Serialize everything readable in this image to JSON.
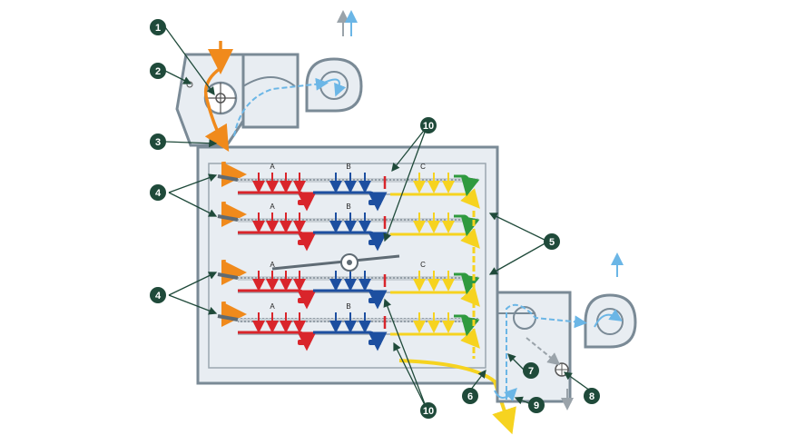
{
  "diagram": {
    "callouts": [
      {
        "id": "c1",
        "label": "1"
      },
      {
        "id": "c2",
        "label": "2"
      },
      {
        "id": "c3",
        "label": "3"
      },
      {
        "id": "c4a",
        "label": "4"
      },
      {
        "id": "c4b",
        "label": "4"
      },
      {
        "id": "c5",
        "label": "5"
      },
      {
        "id": "c6",
        "label": "6"
      },
      {
        "id": "c7",
        "label": "7"
      },
      {
        "id": "c8",
        "label": "8"
      },
      {
        "id": "c9",
        "label": "9"
      },
      {
        "id": "c10a",
        "label": "10"
      },
      {
        "id": "c10b",
        "label": "10"
      }
    ],
    "zone_labels": [
      "A",
      "B",
      "C"
    ],
    "colors": {
      "housing_fill": "#e8edf2",
      "housing_stroke": "#7a8a96",
      "feed_orange": "#f08a1c",
      "zone_a_red": "#d9252b",
      "zone_b_blue": "#1d4fa0",
      "zone_c_yellow": "#f6d320",
      "green": "#2f9a3f",
      "air_blue": "#6bb6e6",
      "callout": "#1f4a3a",
      "grey_arrow": "#9aa3aa"
    }
  }
}
